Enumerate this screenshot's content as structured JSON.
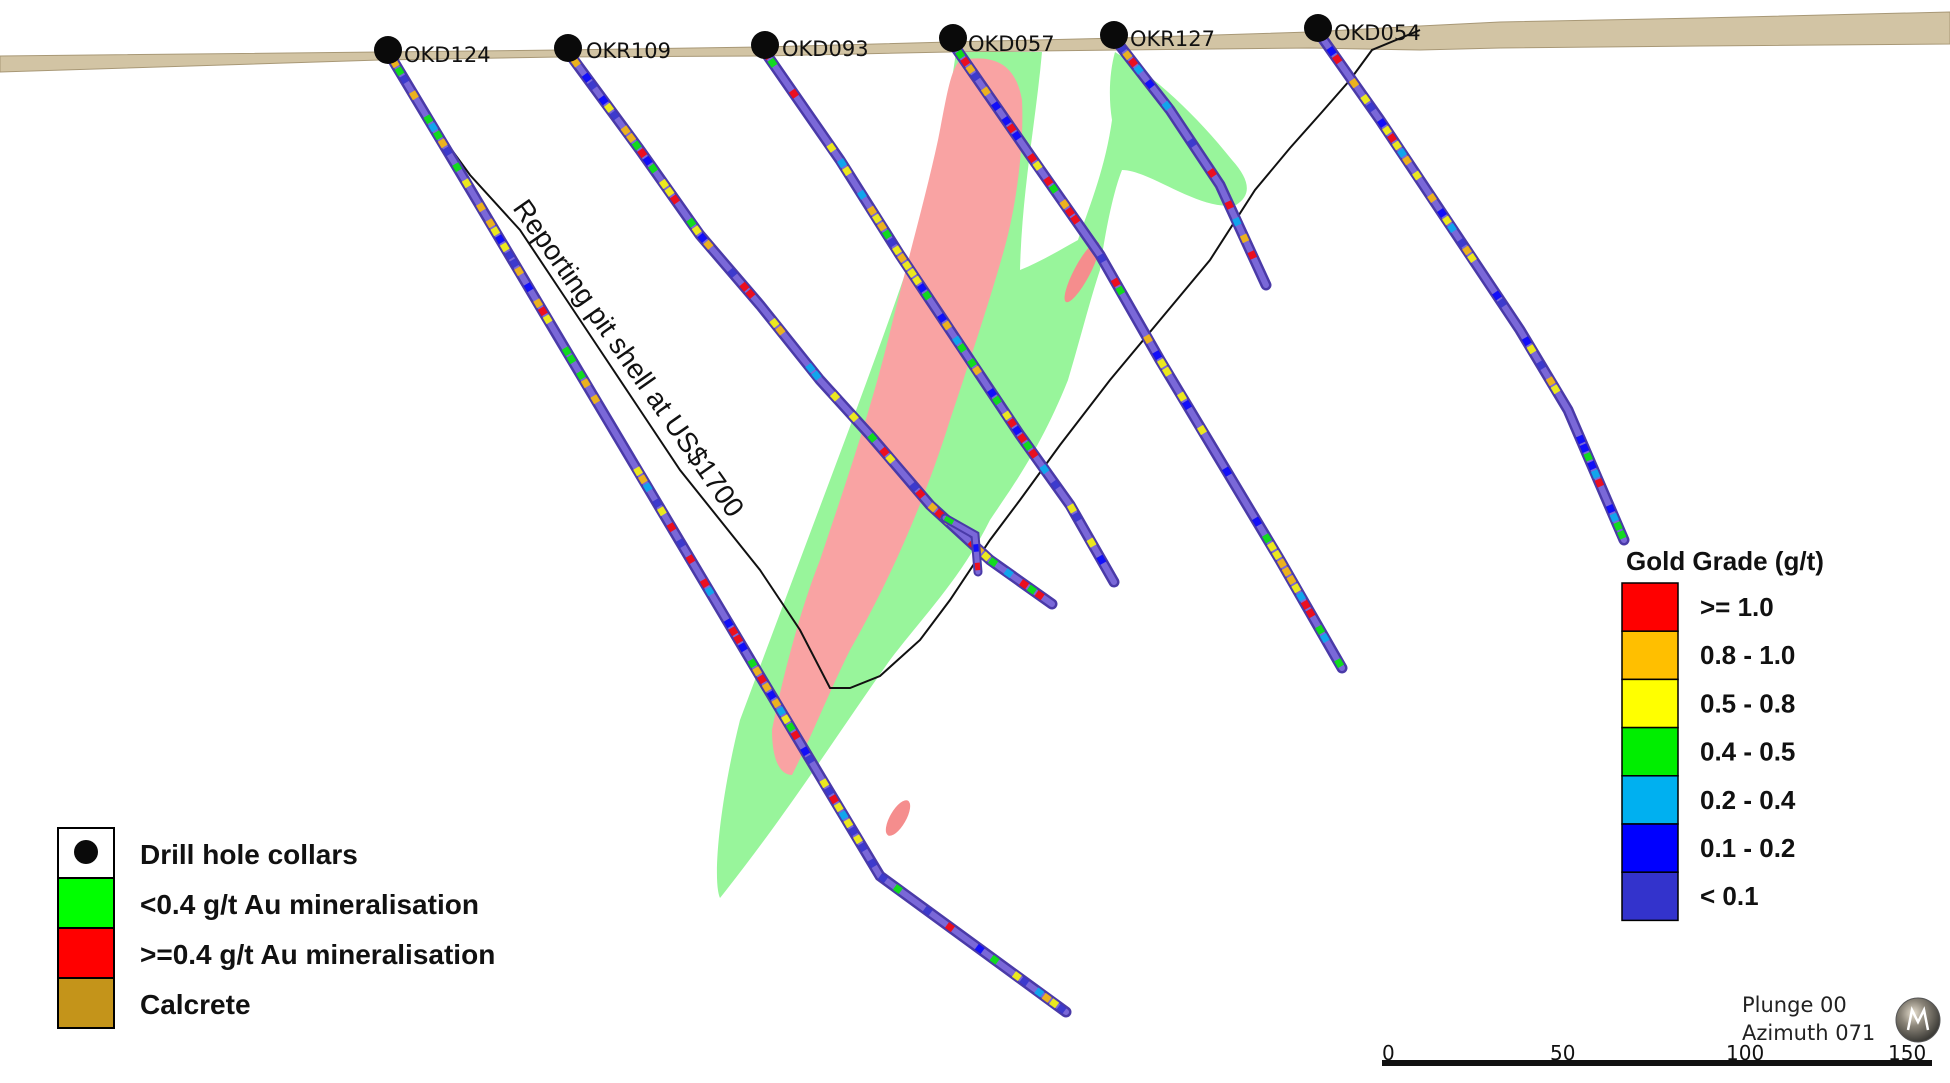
{
  "collars": [
    "OKD124",
    "OKR109",
    "OKD093",
    "OKD057",
    "OKR127",
    "OKD054"
  ],
  "pit_shell_label": "Reporting pit shell at US$1700",
  "legend": {
    "items": [
      {
        "label": "Drill hole collars",
        "symbol": "collar-dot"
      },
      {
        "label": "<0.4 g/t Au mineralisation",
        "color": "#00ff00"
      },
      {
        "label": ">=0.4 g/t Au mineralisation",
        "color": "#ff0000"
      },
      {
        "label": "Calcrete",
        "color": "#c4941a"
      }
    ]
  },
  "grade_legend": {
    "title": "Gold Grade (g/t)",
    "bins": [
      {
        "label": ">= 1.0",
        "color": "#ff0000"
      },
      {
        "label": "0.8 - 1.0",
        "color": "#ffbf00"
      },
      {
        "label": "0.5 - 0.8",
        "color": "#ffff00"
      },
      {
        "label": "0.4 - 0.5",
        "color": "#00ee00"
      },
      {
        "label": "0.2 - 0.4",
        "color": "#00b0f0"
      },
      {
        "label": "0.1 - 0.2",
        "color": "#0000ff"
      },
      {
        "label": "< 0.1",
        "color": "#3333cc"
      }
    ]
  },
  "orientation": {
    "plunge": "Plunge 00",
    "azimuth": "Azimuth 071"
  },
  "scale_bar": {
    "ticks": [
      "0",
      "50",
      "100",
      "150"
    ]
  },
  "colors": {
    "surface": "#d2c4a4",
    "green_zone": "#98f59b",
    "red_zone": "#f9a3a3",
    "hole": "#6a55c9"
  }
}
